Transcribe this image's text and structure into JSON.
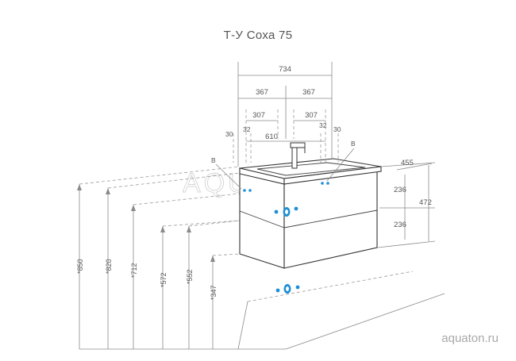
{
  "title": "Т-У Соха 75",
  "watermark": "AQUATON",
  "website": "aquaton.ru",
  "colors": {
    "connection_marker": "#1d8fd6",
    "outline": "#333333",
    "dimension_line": "#8a8a8a"
  },
  "dimensions": {
    "total_width": "734",
    "half_left": "367",
    "half_right": "367",
    "inner_left": "307",
    "inner_right": "307",
    "faucet_span": "610",
    "side_left_30": "30",
    "side_left_32": "32",
    "side_right_32": "32",
    "side_right_30": "30",
    "depth": "455",
    "drawer_top": "236",
    "drawer_bottom": "236",
    "total_height": "472",
    "h_850": "*850",
    "h_820": "*820",
    "h_712": "*712",
    "h_572": "*572",
    "h_552": "*552",
    "h_347": "*347"
  },
  "labels": {
    "label_b_left": "В",
    "label_b_right": "В"
  }
}
